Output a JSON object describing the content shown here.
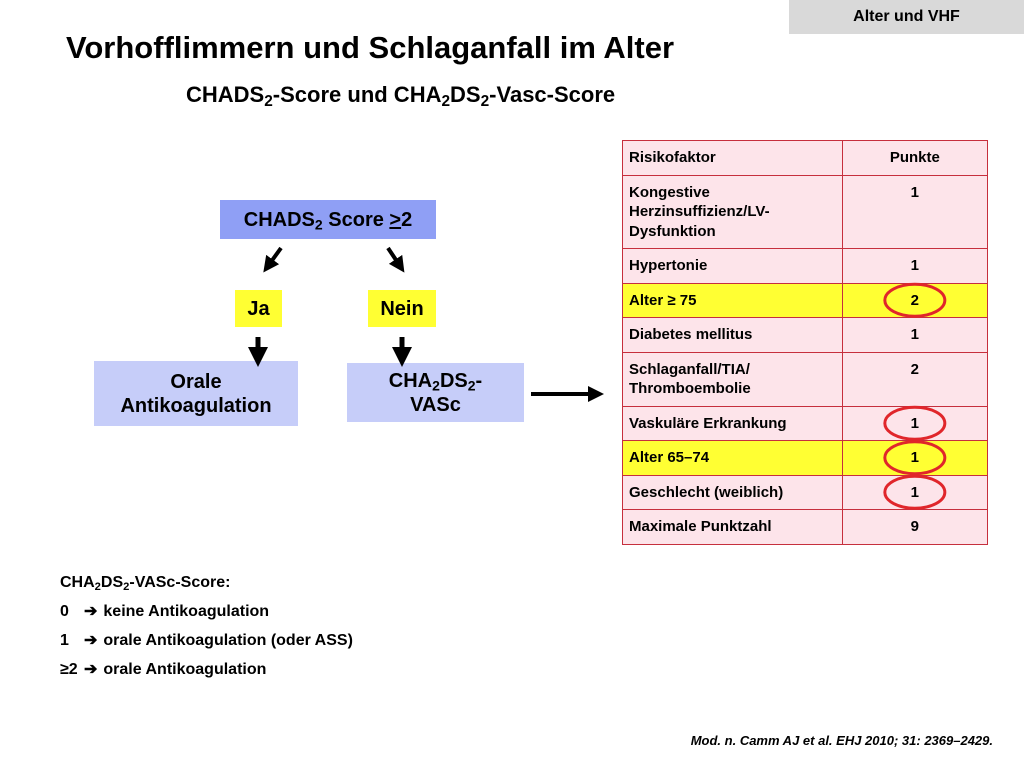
{
  "header": {
    "tag": "Alter und VHF",
    "title": "Vorhofflimmern und Schlaganfall im Alter",
    "subtitle": {
      "p1": "CHADS",
      "s1": "2",
      "p2": "-Score und CHA",
      "s2": "2",
      "p3": "DS",
      "s3": "2",
      "p4": "-Vasc-Score"
    }
  },
  "flowchart": {
    "start": {
      "p1": "CHADS",
      "s1": "2",
      "p2": " Score ",
      "op": ">",
      "p3": "2"
    },
    "yes_label": "Ja",
    "no_label": "Nein",
    "yes_result": "Orale Antikoagulation",
    "no_result": {
      "p1": "CHA",
      "s1": "2",
      "p2": "DS",
      "s2": "2",
      "p3": "-",
      "p4": "VASc"
    }
  },
  "table": {
    "headers": [
      "Risikofaktor",
      "Punkte"
    ],
    "rows": [
      {
        "factor": "Kongestive Herzinsuffizienz/LV-Dysfunktion",
        "points": "1",
        "highlight": false,
        "circled": false
      },
      {
        "factor": "Hypertonie",
        "points": "1",
        "highlight": false,
        "circled": false
      },
      {
        "factor": "Alter ≥ 75",
        "points": "2",
        "highlight": true,
        "circled": true
      },
      {
        "factor": "Diabetes mellitus",
        "points": "1",
        "highlight": false,
        "circled": false
      },
      {
        "factor": "Schlaganfall/TIA/ Thromboembolie",
        "points": "2",
        "highlight": false,
        "circled": false
      },
      {
        "factor": "Vaskuläre Erkrankung",
        "points": "1",
        "highlight": false,
        "circled": true
      },
      {
        "factor": "Alter 65–74",
        "points": "1",
        "highlight": true,
        "circled": true
      },
      {
        "factor": "Geschlecht (weiblich)",
        "points": "1",
        "highlight": false,
        "circled": true
      },
      {
        "factor": "Maximale Punktzahl",
        "points": "9",
        "highlight": false,
        "circled": false
      }
    ]
  },
  "score_legend": {
    "heading": {
      "p1": "CHA",
      "s1": "2",
      "p2": "DS",
      "s2": "2",
      "p3": "-VASc-Score:"
    },
    "items": [
      {
        "level": "0",
        "text": "keine Antikoagulation"
      },
      {
        "level": "1",
        "text": "orale Antikoagulation (oder ASS)"
      },
      {
        "level": "≥2",
        "text": "orale Antikoagulation"
      }
    ]
  },
  "citation": "Mod. n. Camm AJ et al. EHJ 2010; 31: 2369–2429.",
  "colors": {
    "highlight": "#ffff33",
    "table_bg": "#fde4ea",
    "table_border": "#c62f3d",
    "circle": "#e0262b",
    "start_box": "#8f9ff5",
    "result_box": "#c6cdf9"
  }
}
